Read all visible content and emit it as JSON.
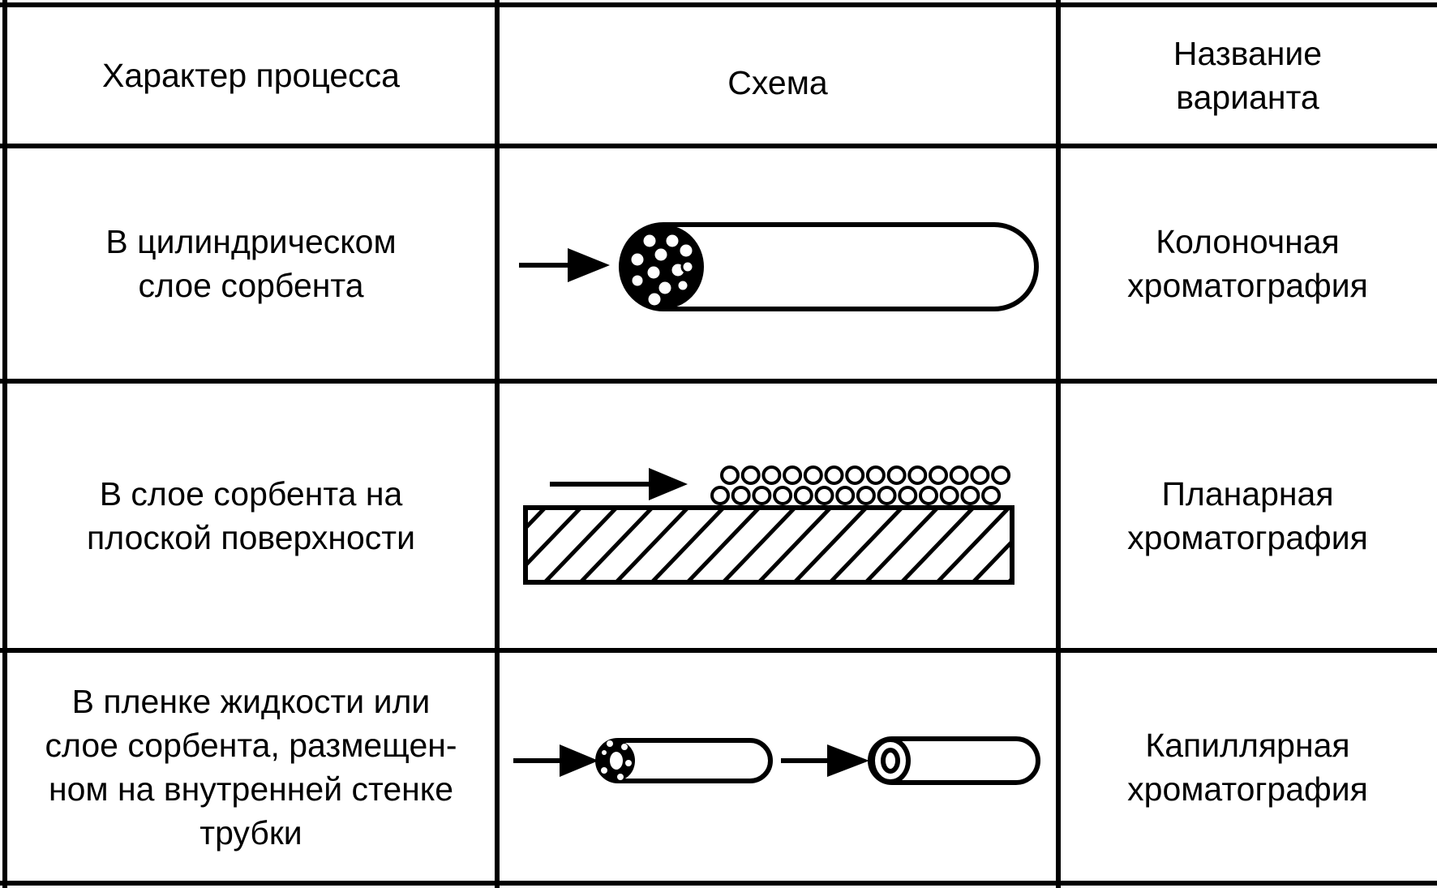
{
  "table": {
    "headers": {
      "process": "Характер процесса",
      "scheme": "Схема",
      "name_line1": "Название",
      "name_line2": "варианта"
    },
    "rows": [
      {
        "process_lines": [
          "В цилиндрическом",
          "слое сорбента"
        ],
        "name_lines": [
          "Колоночная",
          "хроматография"
        ],
        "scheme_icon": "column-cylinder-with-packed-sorbent"
      },
      {
        "process_lines": [
          "В слое сорбента на",
          "плоской поверхности"
        ],
        "name_lines": [
          "Планарная",
          "хроматография"
        ],
        "scheme_icon": "planar-plate-with-sorbent-layer"
      },
      {
        "process_lines": [
          "В пленке жидкости или",
          "слое сорбента, размещен-",
          "ном на внутренней стенке",
          "трубки"
        ],
        "name_lines": [
          "Капиллярная",
          "хроматография"
        ],
        "scheme_icon": "capillary-tubes"
      }
    ]
  },
  "colors": {
    "line": "#000000",
    "background": "#ffffff"
  }
}
